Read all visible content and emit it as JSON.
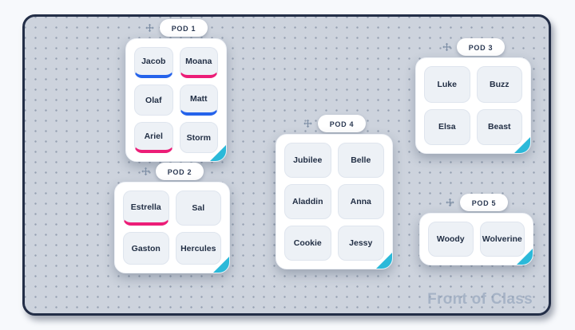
{
  "page": {
    "front_of_class_label": "Front of Class"
  },
  "colors": {
    "accent_blue": "#2563eb",
    "accent_pink": "#ec1d77",
    "resize_handle_teal": "#2bb9d9"
  },
  "pods": [
    {
      "id": "pod-1",
      "label": "POD 1",
      "seats": [
        {
          "name": "Jacob",
          "underline": "blue"
        },
        {
          "name": "Moana",
          "underline": "pink"
        },
        {
          "name": "Olaf",
          "underline": "none"
        },
        {
          "name": "Matt",
          "underline": "blue"
        },
        {
          "name": "Ariel",
          "underline": "pink"
        },
        {
          "name": "Storm",
          "underline": "none"
        }
      ]
    },
    {
      "id": "pod-2",
      "label": "POD 2",
      "seats": [
        {
          "name": "Estrella",
          "underline": "pink"
        },
        {
          "name": "Sal",
          "underline": "none"
        },
        {
          "name": "Gaston",
          "underline": "none"
        },
        {
          "name": "Hercules",
          "underline": "none"
        }
      ]
    },
    {
      "id": "pod-3",
      "label": "POD 3",
      "seats": [
        {
          "name": "Luke",
          "underline": "none"
        },
        {
          "name": "Buzz",
          "underline": "none"
        },
        {
          "name": "Elsa",
          "underline": "none"
        },
        {
          "name": "Beast",
          "underline": "none"
        }
      ]
    },
    {
      "id": "pod-4",
      "label": "POD 4",
      "seats": [
        {
          "name": "Jubilee",
          "underline": "none"
        },
        {
          "name": "Belle",
          "underline": "none"
        },
        {
          "name": "Aladdin",
          "underline": "none"
        },
        {
          "name": "Anna",
          "underline": "none"
        },
        {
          "name": "Cookie",
          "underline": "none"
        },
        {
          "name": "Jessy",
          "underline": "none"
        }
      ]
    },
    {
      "id": "pod-5",
      "label": "POD 5",
      "seats": [
        {
          "name": "Woody",
          "underline": "none"
        },
        {
          "name": "Wolverine",
          "underline": "none"
        }
      ]
    }
  ]
}
